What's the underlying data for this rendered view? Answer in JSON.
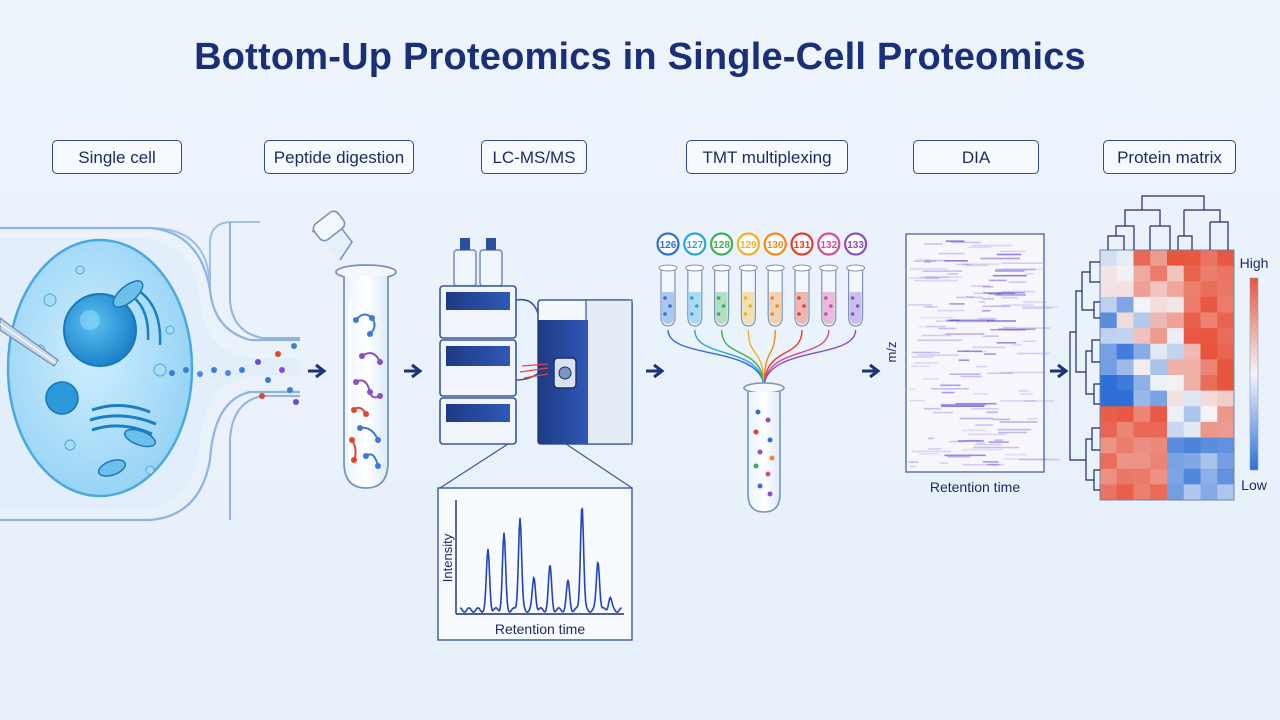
{
  "title": "Bottom-Up Proteomics in Single-Cell Proteomics",
  "stages": [
    {
      "label": "Single cell"
    },
    {
      "label": "Peptide digestion"
    },
    {
      "label": "LC-MS/MS"
    },
    {
      "label": "TMT multiplexing"
    },
    {
      "label": "DIA"
    },
    {
      "label": "Protein matrix"
    }
  ],
  "tmt_channels": [
    {
      "label": "126",
      "color": "#2f6fd6"
    },
    {
      "label": "127",
      "color": "#27a6d8"
    },
    {
      "label": "128",
      "color": "#3fae55"
    },
    {
      "label": "129",
      "color": "#f0b323"
    },
    {
      "label": "130",
      "color": "#f08a1c"
    },
    {
      "label": "131",
      "color": "#e23b2e"
    },
    {
      "label": "132",
      "color": "#d9479a"
    },
    {
      "label": "133",
      "color": "#8b4fc6"
    }
  ],
  "chromatogram": {
    "xlabel": "Retention time",
    "ylabel": "Intensity"
  },
  "dia": {
    "xlabel": "Retention time",
    "ylabel": "m/z"
  },
  "heatmap": {
    "legend_high": "High",
    "legend_low": "Low",
    "high_color": "#e8553e",
    "low_color": "#2d6fd6"
  }
}
